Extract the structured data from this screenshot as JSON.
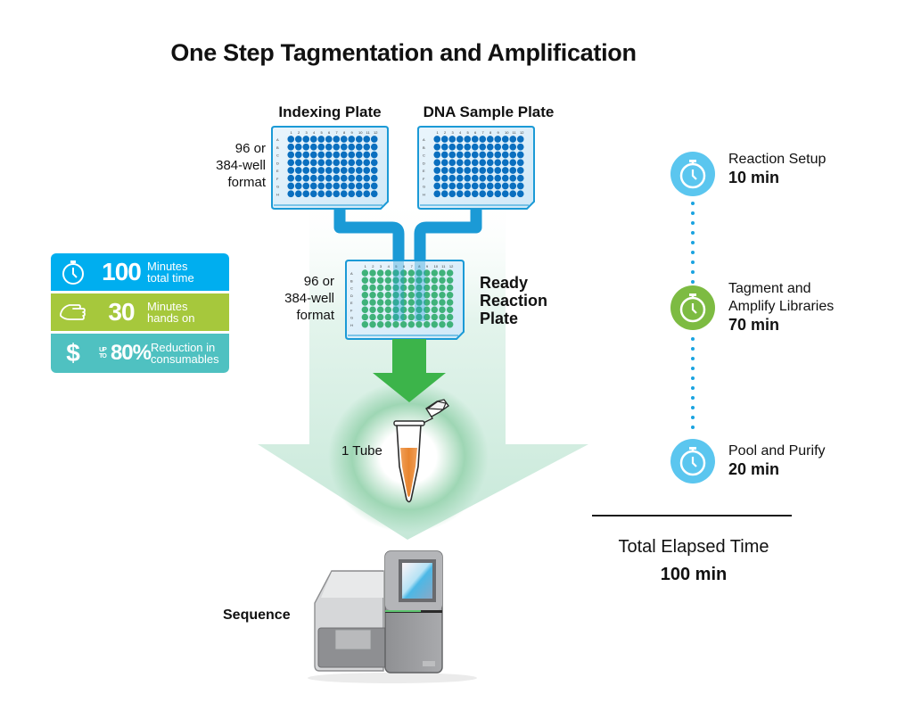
{
  "title": "One Step Tagmentation and Amplification",
  "plates": {
    "indexing": {
      "label": "Indexing Plate",
      "format_label": [
        "96 or",
        "384-well",
        "format"
      ],
      "well_color": "#0a6fbf"
    },
    "dna_sample": {
      "label": "DNA Sample Plate",
      "well_color": "#0a6fbf"
    },
    "ready_reaction": {
      "label": [
        "Ready",
        "Reaction",
        "Plate"
      ],
      "format_label": [
        "96 or",
        "384-well",
        "format"
      ],
      "well_color": "#3fb27a"
    },
    "row_labels": [
      "A",
      "B",
      "C",
      "D",
      "E",
      "F",
      "G",
      "H"
    ],
    "column_labels": [
      "1",
      "2",
      "3",
      "4",
      "5",
      "6",
      "7",
      "8",
      "9",
      "10",
      "11",
      "12"
    ]
  },
  "tube": {
    "label": "1 Tube"
  },
  "sequence": {
    "label": "Sequence"
  },
  "stats": [
    {
      "icon": "stopwatch-icon",
      "value": "100",
      "desc": [
        "Minutes",
        "total time"
      ],
      "color": "#00aeef"
    },
    {
      "icon": "hand-icon",
      "value": "30",
      "desc": [
        "Minutes",
        "hands on"
      ],
      "color": "#a6c83c"
    },
    {
      "icon": "dollar-icon",
      "prefix": "UP TO",
      "value": "80%",
      "desc": [
        "Reduction in",
        "consumables"
      ],
      "color": "#4fc1c1"
    }
  ],
  "timeline": {
    "steps": [
      {
        "title": [
          "Reaction Setup"
        ],
        "time": "10 min",
        "color": "#5bc6ef"
      },
      {
        "title": [
          "Tagment and",
          "Amplify Libraries"
        ],
        "time": "70 min",
        "color": "#7dbb42"
      },
      {
        "title": [
          "Pool and Purify"
        ],
        "time": "20 min",
        "color": "#5bc6ef"
      }
    ],
    "dot_color": "#1aa3e0",
    "total_label": "Total Elapsed Time",
    "total_time": "100 min"
  },
  "colors": {
    "big_arrow": "#d3ede2",
    "green_arrow": "#3cb44a",
    "connector": "#1b9ad6",
    "tube_liquid": "#ee8a3a"
  }
}
